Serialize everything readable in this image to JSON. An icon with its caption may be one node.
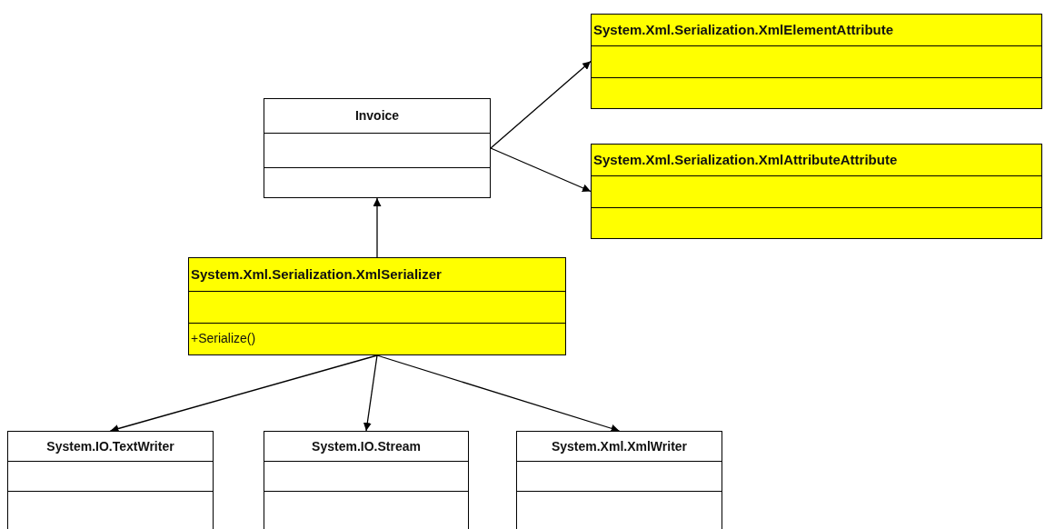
{
  "diagram": {
    "nodes": [
      {
        "text": [
          "Invoice"
        ]
      },
      {
        "text": [
          "System.Xml.Serialization.XmlElementAttribute"
        ]
      },
      {
        "text": [
          "System.Xml.Serialization.XmlAttributeAttribute"
        ]
      },
      {
        "text": [
          "System.Xml.Serialization.XmlSerializer",
          "+Serialize()"
        ]
      },
      {
        "text": [
          "System.IO.TextWriter"
        ]
      },
      {
        "text": [
          "System.IO.Stream"
        ]
      },
      {
        "text": [
          "System.Xml.XmlWriter"
        ]
      }
    ],
    "edges": [
      {
        "from": 0,
        "to": 1,
        "arrow": "to"
      },
      {
        "from": 0,
        "to": 2,
        "arrow": "to"
      },
      {
        "from": 3,
        "to": 0,
        "arrow": "to"
      },
      {
        "from": 3,
        "to": 4,
        "arrow": "to"
      },
      {
        "from": 3,
        "to": 5,
        "arrow": "to"
      },
      {
        "from": 3,
        "to": 6,
        "arrow": "to"
      }
    ]
  }
}
